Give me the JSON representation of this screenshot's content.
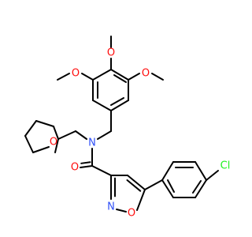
{
  "colors": {
    "bond": "#000000",
    "oxygen": "#FF0D0D",
    "nitrogen": "#3050F8",
    "chlorine": "#1FF01F",
    "carbon": "#000000"
  },
  "atom_labels": {
    "o_methoxy_left": "O",
    "o_methoxy_top": "O",
    "o_methoxy_right": "O",
    "n_amide": "N",
    "o_thf_ring": "O",
    "o_carbonyl": "O",
    "n_isoxazole": "N",
    "o_isoxazole": "O",
    "cl": "Cl"
  }
}
